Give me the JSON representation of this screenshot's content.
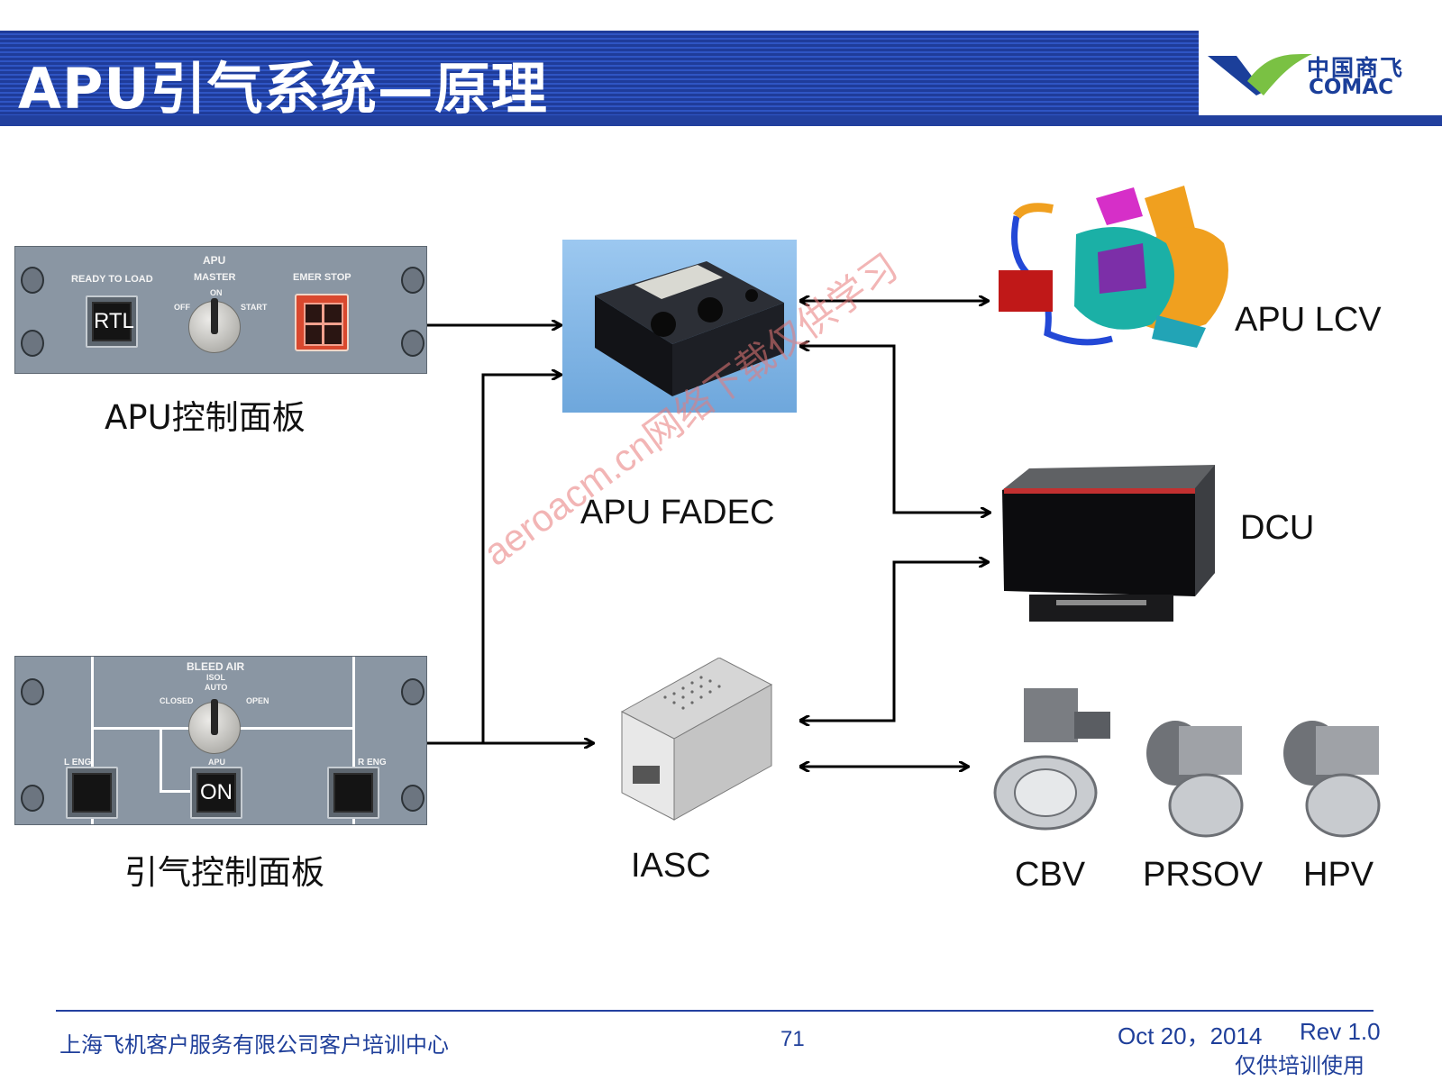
{
  "header": {
    "title": "APU引气系统—原理"
  },
  "logo": {
    "cn": "中国商飞",
    "en": "COMAC",
    "colors": {
      "blue": "#1b3f9a",
      "green": "#7ac143"
    }
  },
  "apu_panel": {
    "ready_to_load": "READY TO LOAD",
    "apu": "APU",
    "master": "MASTER",
    "off": "OFF",
    "on": "ON",
    "start": "START",
    "emer_stop": "EMER STOP",
    "rtl": "RTL",
    "caption": "APU控制面板"
  },
  "bleed_panel": {
    "bleed_air": "BLEED AIR",
    "isol": "ISOL",
    "auto": "AUTO",
    "closed": "CLOSED",
    "open": "OPEN",
    "apu": "APU",
    "l_eng": "L ENG",
    "r_eng": "R ENG",
    "on": "ON",
    "caption": "引气控制面板"
  },
  "components": {
    "fadec": "APU FADEC",
    "lcv": "APU LCV",
    "dcu": "DCU",
    "iasc": "IASC",
    "cbv": "CBV",
    "prsov": "PRSOV",
    "hpv": "HPV"
  },
  "watermark": "aeroacm.cn网络下载仅供学习",
  "footer": {
    "org": "上海飞机客户服务有限公司客户培训中心",
    "page": "71",
    "date": "Oct 20，2014",
    "rev": "Rev 1.0",
    "note": "仅供培训使用"
  }
}
